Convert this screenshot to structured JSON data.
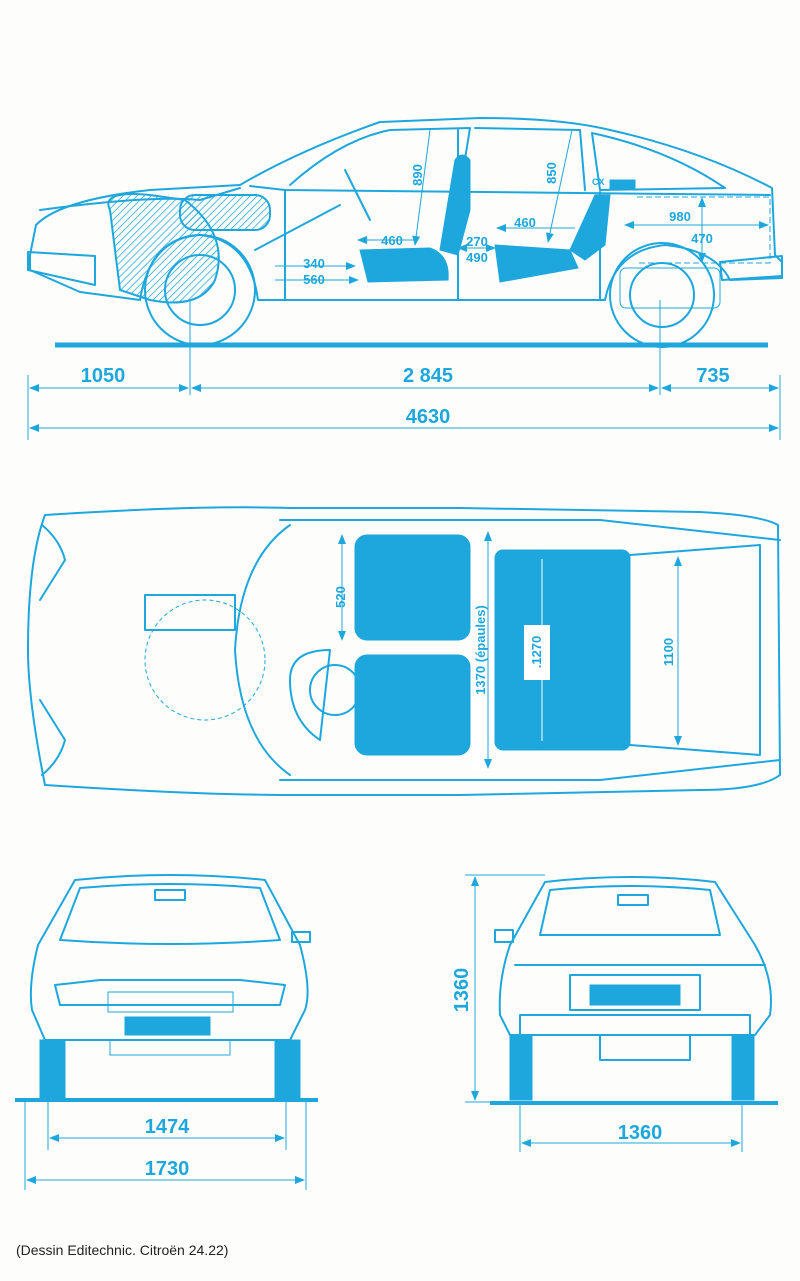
{
  "side_view": {
    "dimensions": {
      "front_overhang": "1050",
      "wheelbase": "2 845",
      "rear_overhang": "735",
      "overall_length": "4630",
      "front_headroom": "890",
      "rear_headroom": "850",
      "front_seat_depth": "460",
      "rear_seat_depth": "460",
      "knee_room_min": "270",
      "knee_room_max": "490",
      "pedal_min": "340",
      "pedal_max": "560",
      "boot_length": "980",
      "boot_height": "470"
    },
    "badge": "CX"
  },
  "top_view": {
    "dimensions": {
      "front_seat_width": "520",
      "shoulder_width": "1370 (épaules)",
      "rear_bench_width": ".1270",
      "boot_width": "1100"
    }
  },
  "front_view": {
    "dimensions": {
      "front_track": "1474",
      "overall_width": "1730"
    }
  },
  "rear_view": {
    "dimensions": {
      "rear_track": "1360",
      "height": "1360"
    }
  },
  "caption": "(Dessin Editechnic. Citroën 24.22)"
}
